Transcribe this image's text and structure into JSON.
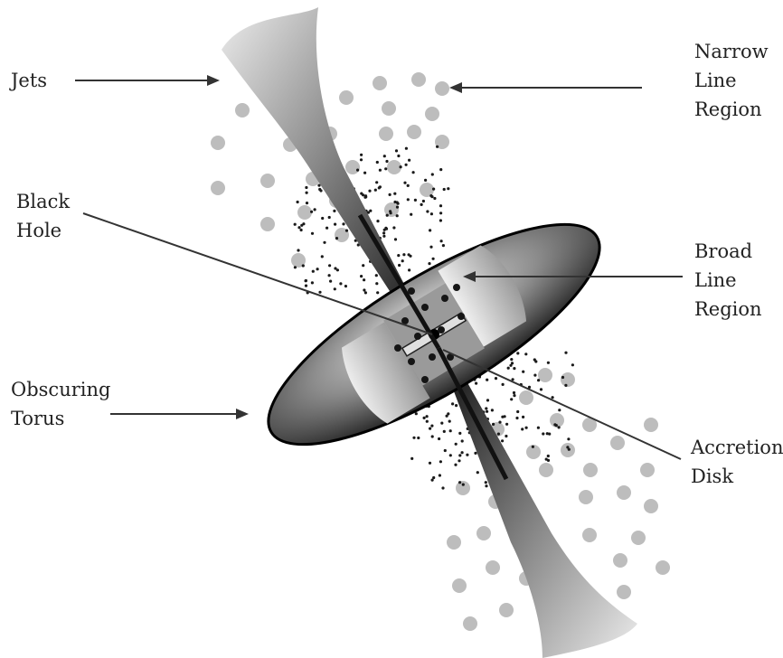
{
  "labels": {
    "jets": [
      "Jets"
    ],
    "narrow_line_region": [
      "Narrow",
      "Line",
      "Region"
    ],
    "black_hole": [
      "Black",
      "Hole"
    ],
    "broad_line_region": [
      "Broad",
      "Line",
      "Region"
    ],
    "obscuring_torus": [
      "Obscuring",
      "Torus"
    ],
    "accretion_disk": [
      "Accretion",
      "Disk"
    ]
  },
  "colors": {
    "text": "#222222",
    "lines": "#333333",
    "nlr_clouds": "#bdbdbd",
    "torus_dark": "#151515",
    "torus_light": "#dcdcdc",
    "jet_light": "#e6e6e6",
    "jet_dark": "#111111"
  }
}
